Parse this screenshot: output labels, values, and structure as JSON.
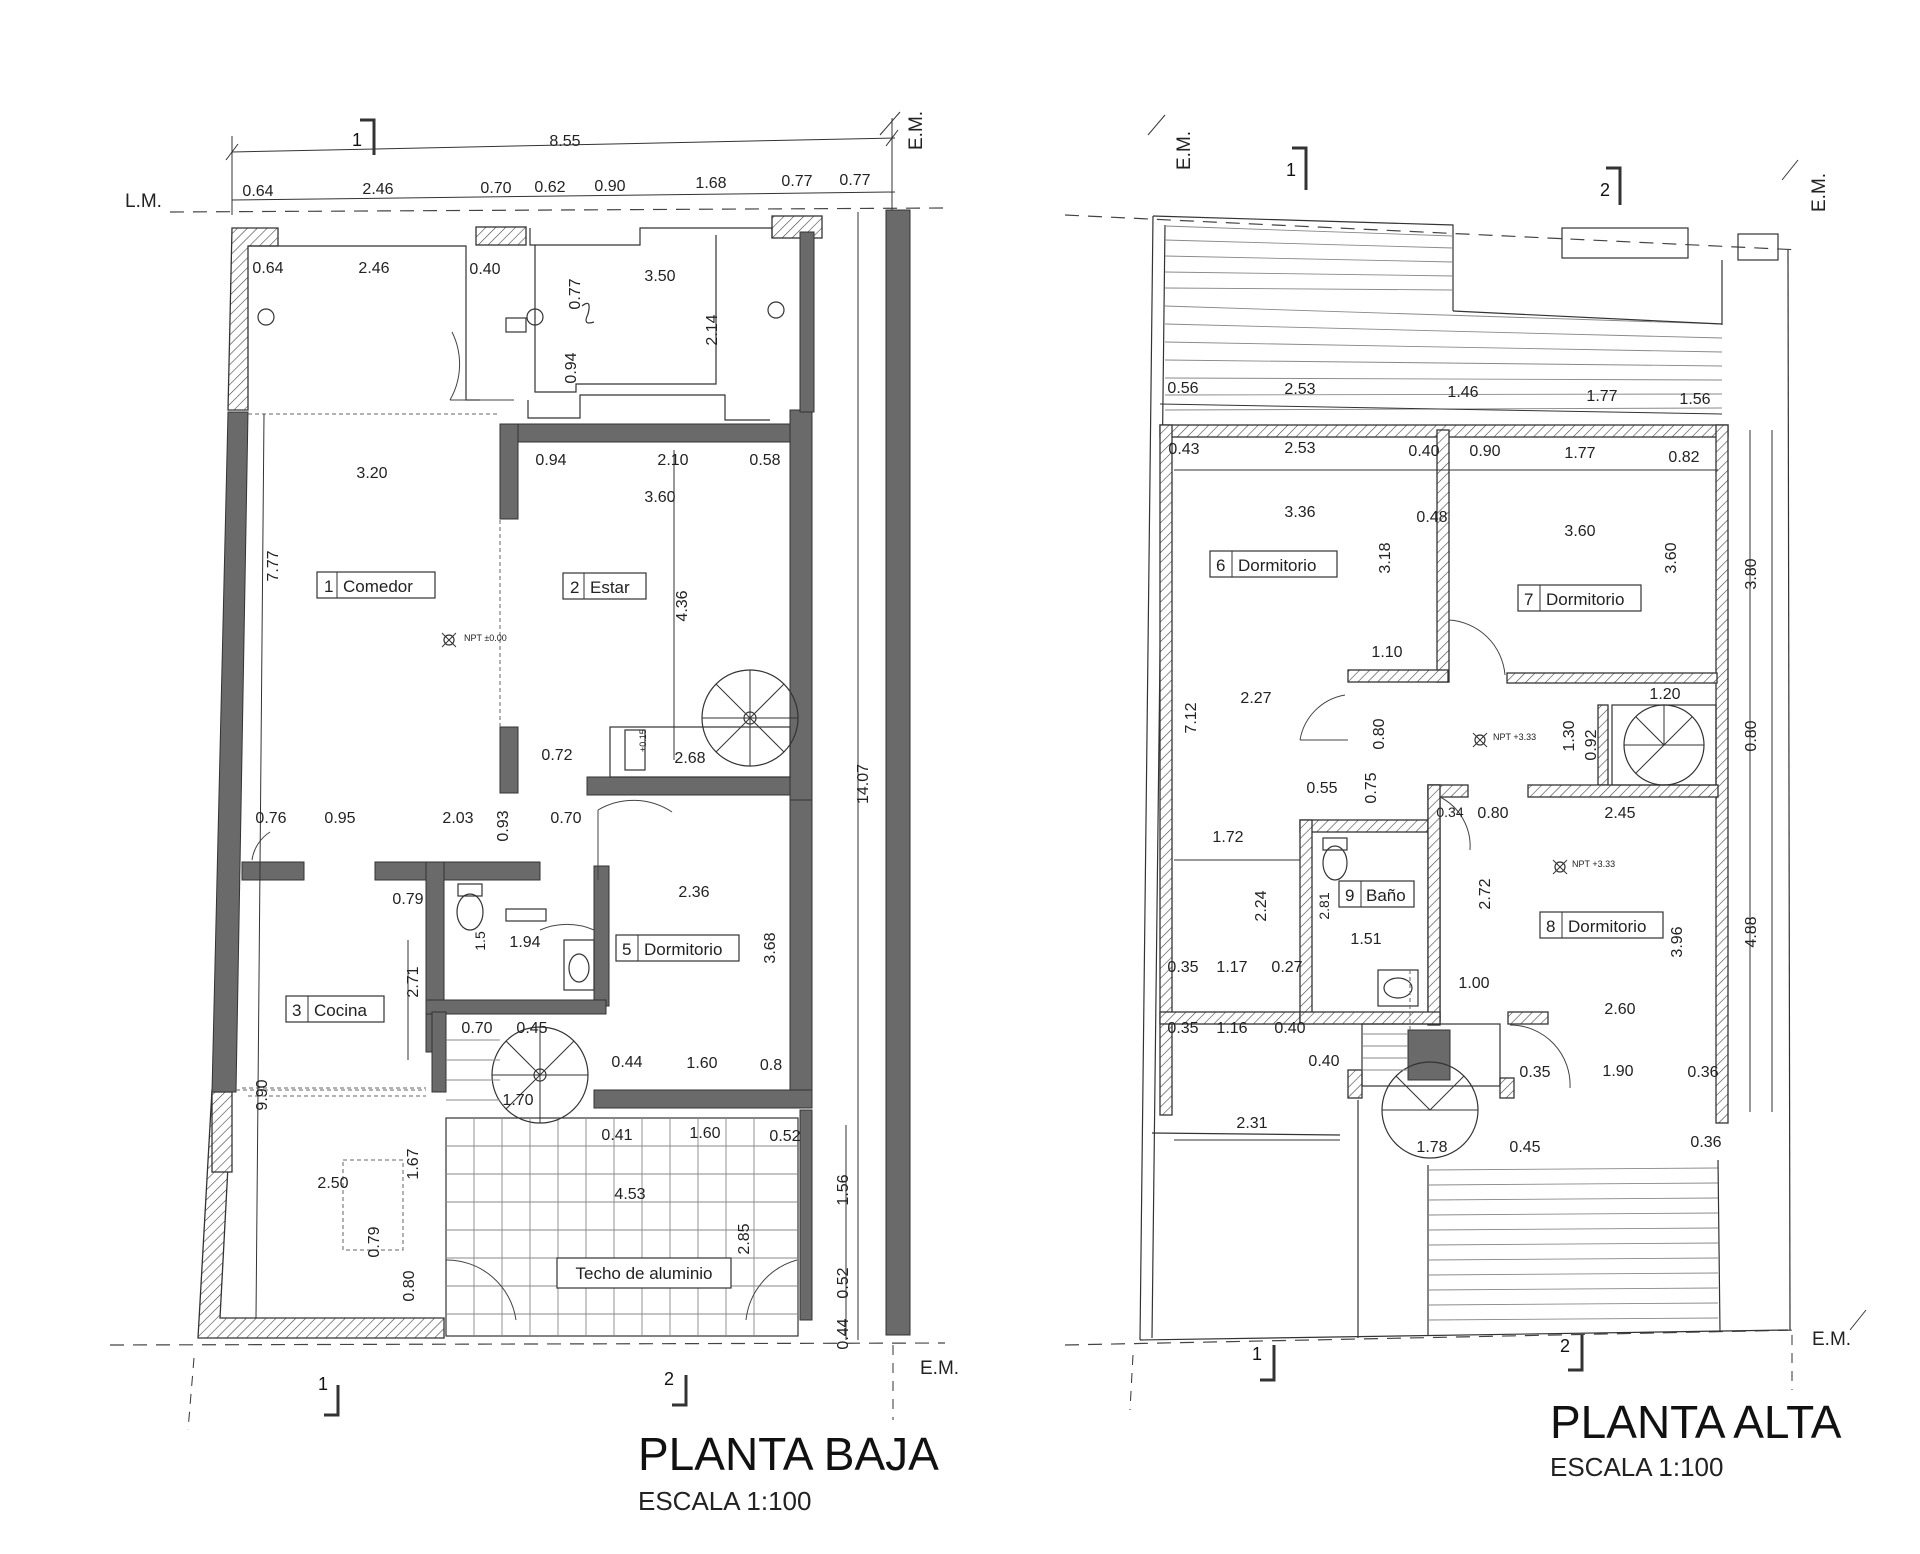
{
  "plans": [
    {
      "title": "PLANTA BAJA",
      "scale": "ESCALA 1:100",
      "markers": {
        "lm": "L.M.",
        "em": "E.M."
      },
      "section_marks": [
        "1",
        "2"
      ],
      "npt": "NPT ±0.00",
      "npt_small": "+0.15",
      "roof_label": "Techo de aluminio",
      "rooms": [
        {
          "num": "1",
          "name": "Comedor"
        },
        {
          "num": "2",
          "name": "Estar"
        },
        {
          "num": "3",
          "name": "Cocina"
        },
        {
          "num": "5",
          "name": "Dormitorio"
        }
      ],
      "dims": [
        "8.55",
        "0.64",
        "2.46",
        "0.70",
        "0.62",
        "0.90",
        "1.68",
        "0.77",
        "0.77",
        "0.64",
        "2.46",
        "0.40",
        "0.77",
        "3.50",
        "2.14",
        "0.94",
        "3.20",
        "0.94",
        "2.10",
        "0.58",
        "3.60",
        "7.77",
        "4.36",
        "0.72",
        "2.68",
        "0.76",
        "0.95",
        "2.03",
        "0.93",
        "0.70",
        "14.07",
        "0.79",
        "2.36",
        "1.5",
        "1.94",
        "3.68",
        "2.71",
        "0.70",
        "0.45",
        "0.44",
        "1.60",
        "0.8",
        "1.70",
        "9.90",
        "0.41",
        "1.60",
        "0.52",
        "1.67",
        "2.50",
        "4.53",
        "1.56",
        "2.85",
        "0.79",
        "0.80",
        "0.52",
        "0.44"
      ]
    },
    {
      "title": "PLANTA ALTA",
      "scale": "ESCALA 1:100",
      "markers": {
        "em": "E.M."
      },
      "section_marks": [
        "1",
        "2"
      ],
      "npt": "NPT +3.33",
      "rooms": [
        {
          "num": "6",
          "name": "Dormitorio"
        },
        {
          "num": "7",
          "name": "Dormitorio"
        },
        {
          "num": "8",
          "name": "Dormitorio"
        },
        {
          "num": "9",
          "name": "Baño"
        }
      ],
      "dims": [
        "0.56",
        "2.53",
        "1.46",
        "1.77",
        "1.56",
        "0.43",
        "2.53",
        "0.40",
        "0.90",
        "1.77",
        "0.82",
        "3.36",
        "0.48",
        "3.60",
        "3.18",
        "3.60",
        "3.80",
        "1.10",
        "2.27",
        "0.80",
        "1.30",
        "1.20",
        "0.92",
        "0.80",
        "7.12",
        "0.55",
        "0.75",
        "0.34",
        "0.80",
        "2.45",
        "1.72",
        "2.24",
        "2.81",
        "2.72",
        "1.51",
        "4.88",
        "3.96",
        "0.35",
        "1.17",
        "0.27",
        "1.00",
        "2.60",
        "0.35",
        "1.16",
        "0.40",
        "0.40",
        "0.35",
        "1.90",
        "0.36",
        "2.31",
        "1.78",
        "0.45",
        "0.36"
      ]
    }
  ]
}
